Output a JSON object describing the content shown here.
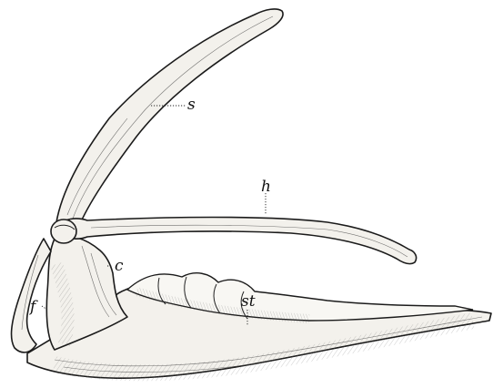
{
  "figure": {
    "labels": {
      "s": "s",
      "h": "h",
      "c": "c",
      "f": "f",
      "st": "st"
    }
  }
}
